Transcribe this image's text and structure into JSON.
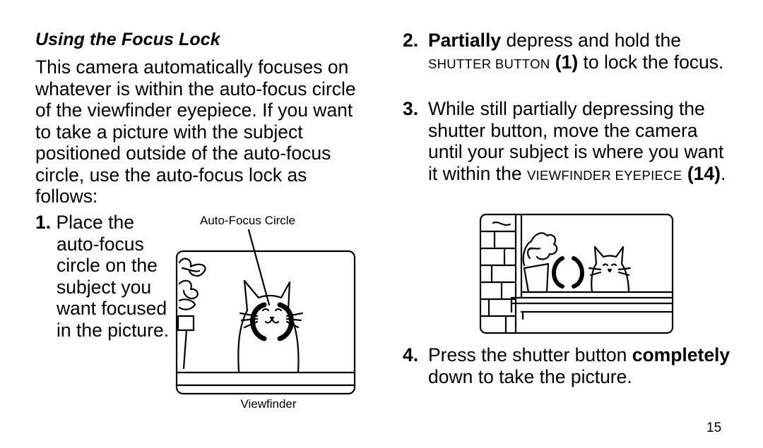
{
  "heading": "Using the Focus Lock",
  "intro": "This camera automatically focuses on whatever is within the auto-focus circle of the viewfinder eyepiece. If you want to take a picture with the subject positioned outside of the auto-focus circle, use the auto-focus lock as follows:",
  "step1": {
    "number": "1.",
    "line1": "Place the",
    "rest": "auto-focus circle on the subject you want focused in the picture."
  },
  "illustration1": {
    "label_top": "Auto-Focus Circle",
    "label_bottom": "Viewfinder"
  },
  "step2": {
    "number": "2.",
    "bold": "Partially",
    "text1": " depress and hold the ",
    "smallcaps": "SHUTTER BUTTON",
    "ref": "(1)",
    "text2": " to lock the focus."
  },
  "step3": {
    "number": "3.",
    "text1": "While still partially depressing the shutter button, move the camera until your subject is where you want it within the ",
    "smallcaps": "VIEWFINDER EYEPIECE",
    "ref": "(14)",
    "text2": "."
  },
  "step4": {
    "number": "4.",
    "text1": "Press the shutter button ",
    "bold": "completely",
    "text2": " down to take the picture."
  },
  "page_number": "15"
}
